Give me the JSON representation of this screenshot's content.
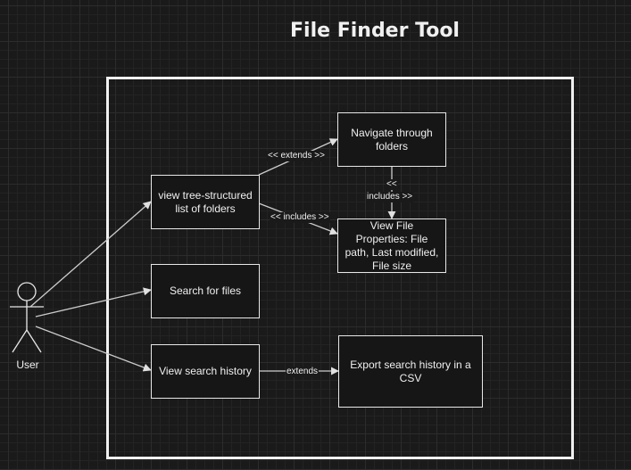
{
  "title": "File Finder Tool",
  "actor": {
    "label": "User"
  },
  "use_cases": {
    "view_tree": "view tree-structured list of folders",
    "navigate": "Navigate through folders",
    "view_properties": "View File Properties: File path, Last modified, File size",
    "search_files": "Search for files",
    "view_history": "View search history",
    "export_history": "Export search history in a CSV"
  },
  "relations": {
    "tree_extends_navigate": "<< extends >>",
    "tree_includes_properties": "<< includes >>",
    "navigate_includes_properties_top": "<<",
    "navigate_includes_properties_bottom": "includes >>",
    "history_extends_export": "extends"
  },
  "colors": {
    "background": "#1a1a1a",
    "foreground": "#f0f0f0",
    "connector": "#cccccc"
  }
}
